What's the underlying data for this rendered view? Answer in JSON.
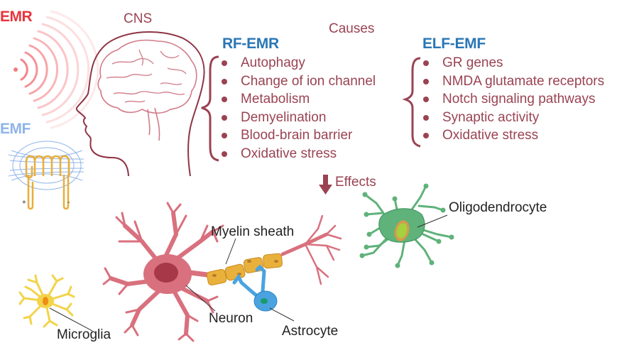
{
  "sources": {
    "emr_label": "EMR",
    "emf_label": "EMF",
    "emf_terminal_plus": "+",
    "emf_terminal_minus": "-"
  },
  "cns_label": "CNS",
  "causes": {
    "heading": "Causes",
    "groups": [
      {
        "title": "RF-EMR",
        "items": [
          "Autophagy",
          "Change of ion channel",
          "Metabolism",
          "Demyelination",
          "Blood-brain barrier",
          "Oxidative stress"
        ]
      },
      {
        "title": "ELF-EMF",
        "items": [
          "GR genes",
          "NMDA glutamate receptors",
          "Notch signaling pathways",
          "Synaptic activity",
          "Oxidative stress"
        ]
      }
    ]
  },
  "effects": {
    "heading": "Effects",
    "arrow_icon": "arrow-down"
  },
  "cells": {
    "myelin": "Myelin sheath",
    "oligodendrocyte": "Oligodendrocyte",
    "neuron": "Neuron",
    "astrocyte": "Astrocyte",
    "microglia": "Microglia"
  },
  "colors": {
    "emr": "#e8343c",
    "emf": "#8fb4ea",
    "group_title": "#2a77b5",
    "cause_text": "#9a4352",
    "neuron": "#d9707e",
    "myelin": "#e9b13b",
    "astrocyte": "#4aa3e0",
    "oligodendrocyte": "#5fb27a",
    "microglia": "#f3d34a"
  }
}
